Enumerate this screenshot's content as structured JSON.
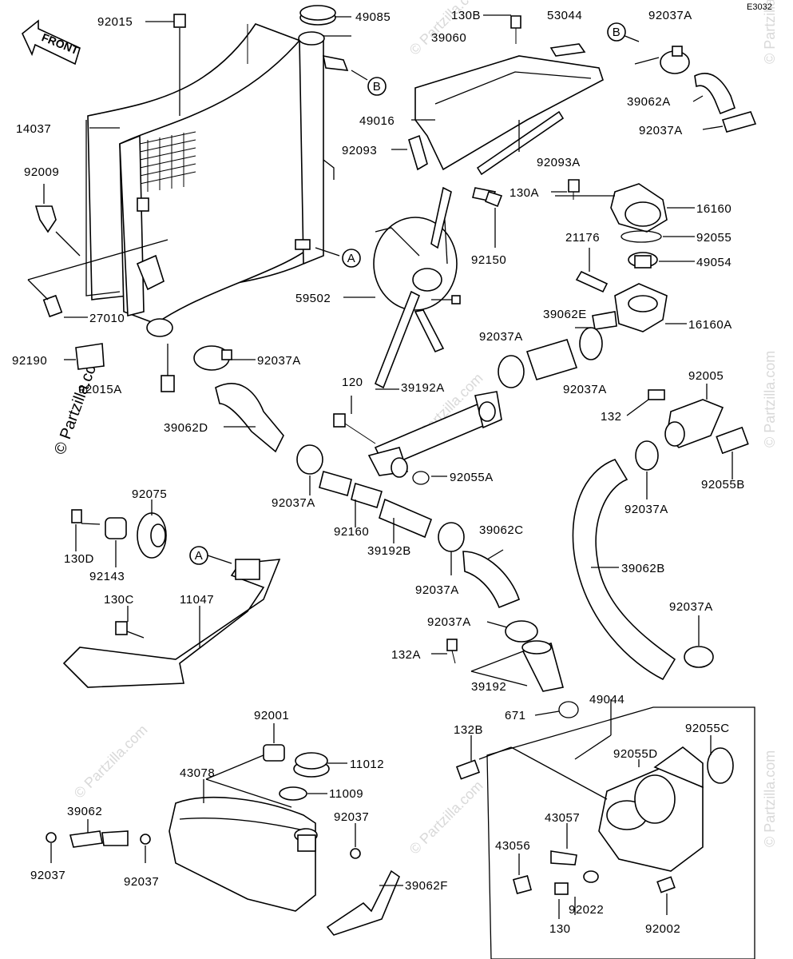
{
  "diagram": {
    "code": "E3032",
    "front_label": "FRONT",
    "watermark": "© Partzilla.com",
    "labels": {
      "p92015_top": "92015",
      "p49085": "49085",
      "p39060": "39060",
      "p130B": "130B",
      "p53044": "53044",
      "p92037A_tr": "92037A",
      "p14037": "14037",
      "p49016": "49016",
      "p39062A": "39062A",
      "p92037A_r2": "92037A",
      "p92009": "92009",
      "p92093": "92093",
      "p92093A": "92093A",
      "p130A": "130A",
      "p16160": "16160",
      "p21176": "21176",
      "p92055": "92055",
      "p49054": "49054",
      "p92150": "92150",
      "p59502": "59502",
      "p27010": "27010",
      "p39062E": "39062E",
      "p16160A": "16160A",
      "p92190": "92190",
      "p92037A_l1": "92037A",
      "p92037A_m1": "92037A",
      "p92037A_m2": "92037A",
      "p92015A": "92015A",
      "p120": "120",
      "p39192A": "39192A",
      "p92005": "92005",
      "p132": "132",
      "p39062D": "39062D",
      "p92055A": "92055A",
      "p92055B": "92055B",
      "p92037A_m3": "92037A",
      "p92037A_r3": "92037A",
      "p92075": "92075",
      "p92160": "92160",
      "p39062C": "39062C",
      "p39062B": "39062B",
      "p130D": "130D",
      "p39192B": "39192B",
      "p92143": "92143",
      "p130C": "130C",
      "p11047": "11047",
      "p92037A_m4": "92037A",
      "p92037A_r4": "92037A",
      "p92037A_m5": "92037A",
      "p132A": "132A",
      "p39192": "39192",
      "p671": "671",
      "p49044": "49044",
      "p92001": "92001",
      "p132B": "132B",
      "p92055C": "92055C",
      "p11012": "11012",
      "p43078": "43078",
      "p92055D": "92055D",
      "p11009": "11009",
      "p39062": "39062",
      "p92037_a": "92037",
      "p43057": "43057",
      "p43056": "43056",
      "p92037_b": "92037",
      "p92037_c": "92037",
      "p39062F": "39062F",
      "p92022": "92022",
      "p130": "130",
      "p92002": "92002"
    },
    "callouts": {
      "A1": "A",
      "A2": "A",
      "B1": "B",
      "B2": "B"
    }
  }
}
